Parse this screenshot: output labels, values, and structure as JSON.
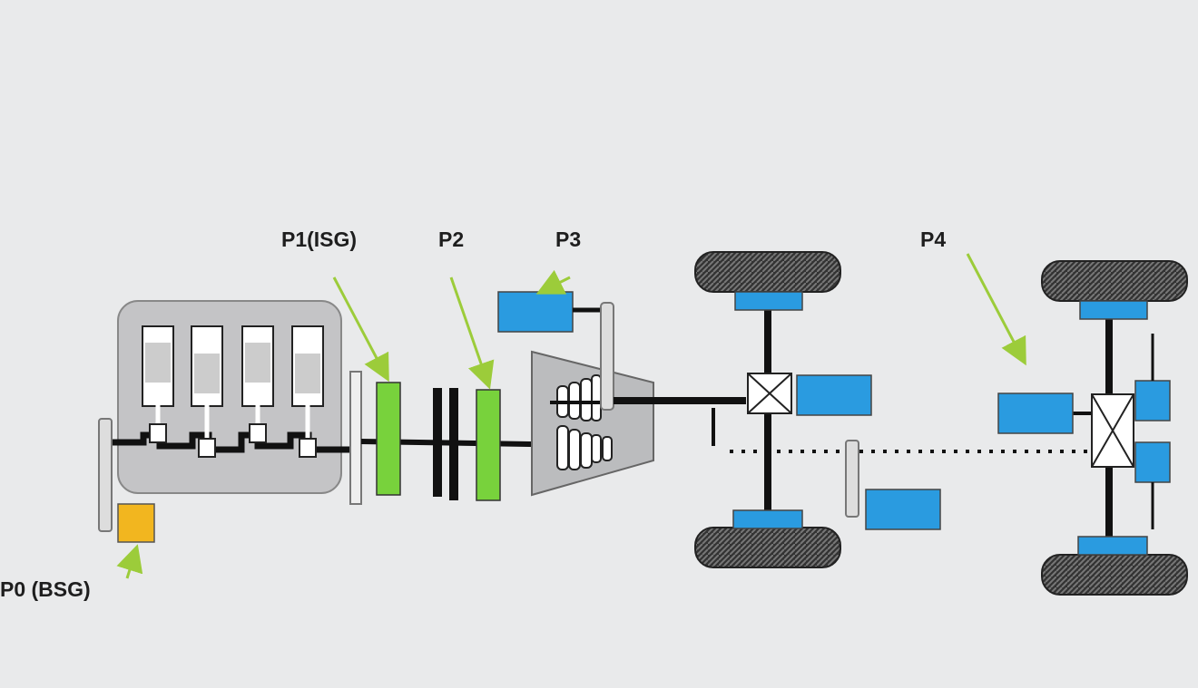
{
  "labels": {
    "p0": "P0 (BSG)",
    "p1": "P1(ISG)",
    "p2": "P2",
    "p3": "P3",
    "p4": "P4"
  },
  "colors": {
    "background": "#e9eaeb",
    "motor_p0": "#f2b61f",
    "motor_p1_p2": "#78d23c",
    "motor_p3_p4": "#2a9be0",
    "arrow": "#9ccc3a",
    "shaft": "#111111",
    "engine_block": "#c4c4c6",
    "tire": "#333333"
  },
  "icons": {
    "engine": "engine-block-icon",
    "gearbox": "gearbox-icon",
    "differential": "differential-icon",
    "wheel": "wheel-icon"
  }
}
